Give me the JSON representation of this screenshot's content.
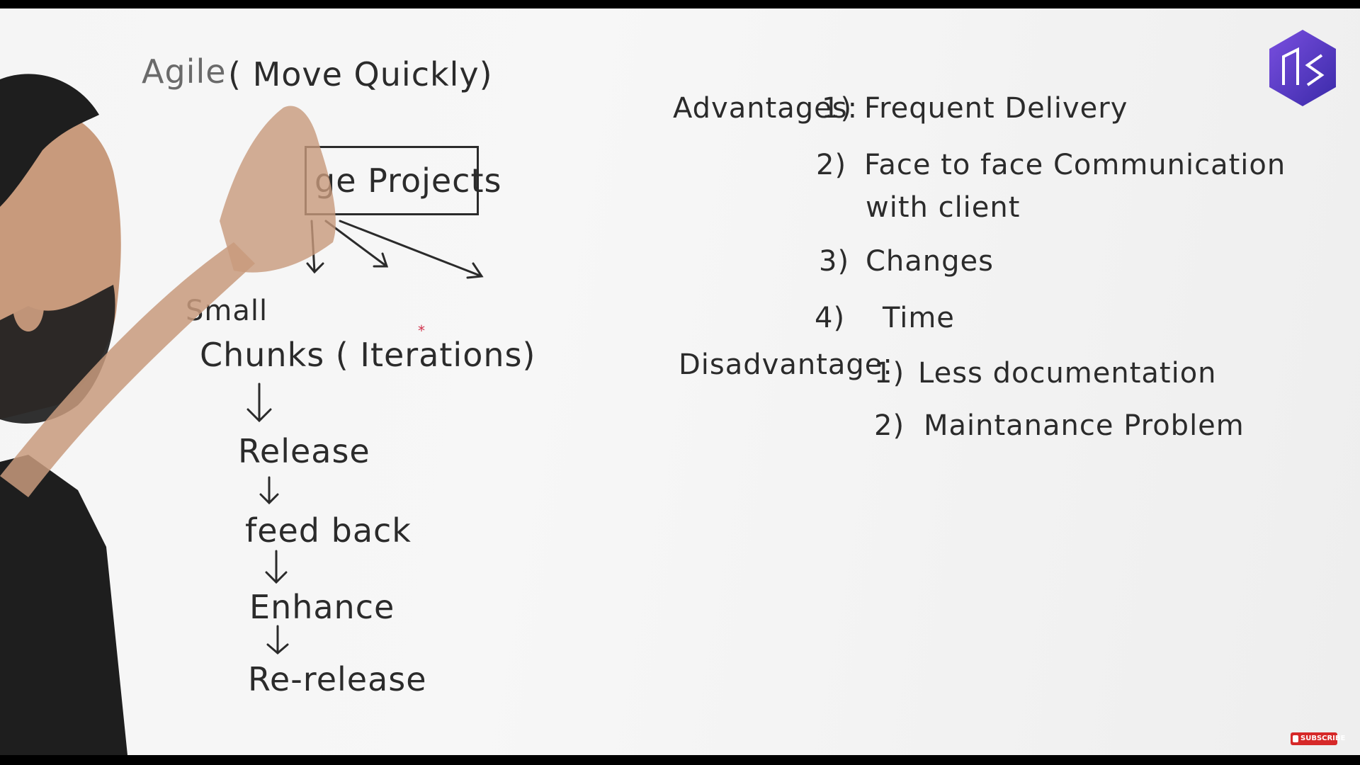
{
  "whiteboard": {
    "left": {
      "title_word": "Agile",
      "title_paren": "( Move Quickly)",
      "box_text": "ge Projects",
      "small": "Small",
      "chunks": "Chunks ( Iterations)",
      "flow": [
        "Release",
        "feed back",
        "Enhance",
        "Re-release"
      ]
    },
    "right": {
      "advantages_label": "Advantages:",
      "advantages": [
        {
          "num": "1)",
          "text": "Frequent Delivery"
        },
        {
          "num": "2)",
          "text": "Face to face Communication"
        },
        {
          "num": "",
          "text": "with client"
        },
        {
          "num": "3)",
          "text": "Changes"
        },
        {
          "num": "4)",
          "text": "Time"
        }
      ],
      "disadvantage_label": "Disadvantage:",
      "disadvantages": [
        {
          "num": "1)",
          "text": "Less documentation"
        },
        {
          "num": "2)",
          "text": "Maintanance Problem"
        }
      ]
    }
  },
  "channel_logo": "channel-logo",
  "subscribe_label": "SUBSCRIBE",
  "colors": {
    "board": "#f5f5f5",
    "ink": "#2b2b2b",
    "logo": "#5b3cc4"
  }
}
